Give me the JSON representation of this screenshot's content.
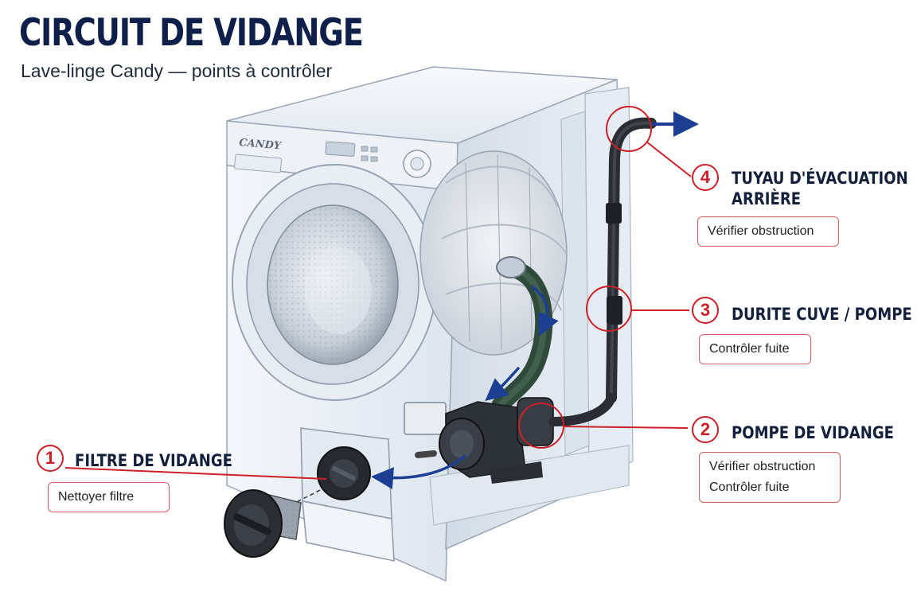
{
  "title": "CIRCUIT DE VIDANGE",
  "subtitle": "Lave-linge Candy — points à contrôler",
  "brand_logo": "CANDY",
  "colors": {
    "accent": "#cc1f26",
    "title": "#0e1f4a",
    "flow_arrow": "#1c3f94",
    "hose": "#2f4a3a"
  },
  "points": [
    {
      "number": "1",
      "label": "FILTRE DE VIDANGE",
      "actions": [
        "Nettoyer filtre"
      ]
    },
    {
      "number": "2",
      "label": "POMPE DE VIDANGE",
      "actions": [
        "Vérifier obstruction",
        "Contrôler fuite"
      ]
    },
    {
      "number": "3",
      "label": "DURITE CUVE / POMPE",
      "actions": [
        "Contrôler fuite"
      ]
    },
    {
      "number": "4",
      "label_line1": "TUYAU D'ÉVACUATION",
      "label_line2": "ARRIÈRE",
      "actions": [
        "Vérifier obstruction"
      ]
    }
  ]
}
